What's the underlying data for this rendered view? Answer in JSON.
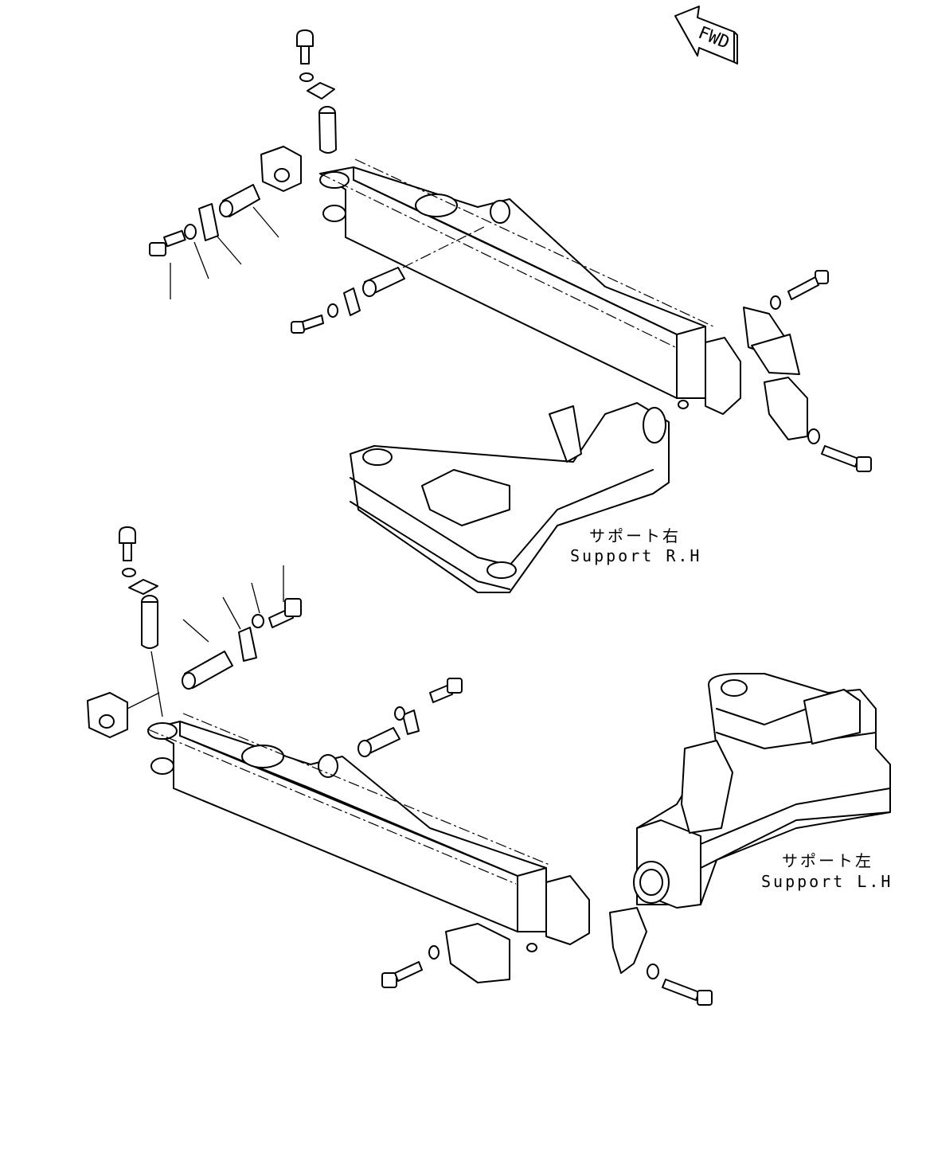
{
  "fwd_indicator": {
    "text": "FWD",
    "icon": "forward-arrow-icon"
  },
  "labels": {
    "support_rh_jp": "サポート右",
    "support_rh_en": "Support R.H",
    "support_lh_jp": "サポート左",
    "support_lh_en": "Support L.H"
  }
}
